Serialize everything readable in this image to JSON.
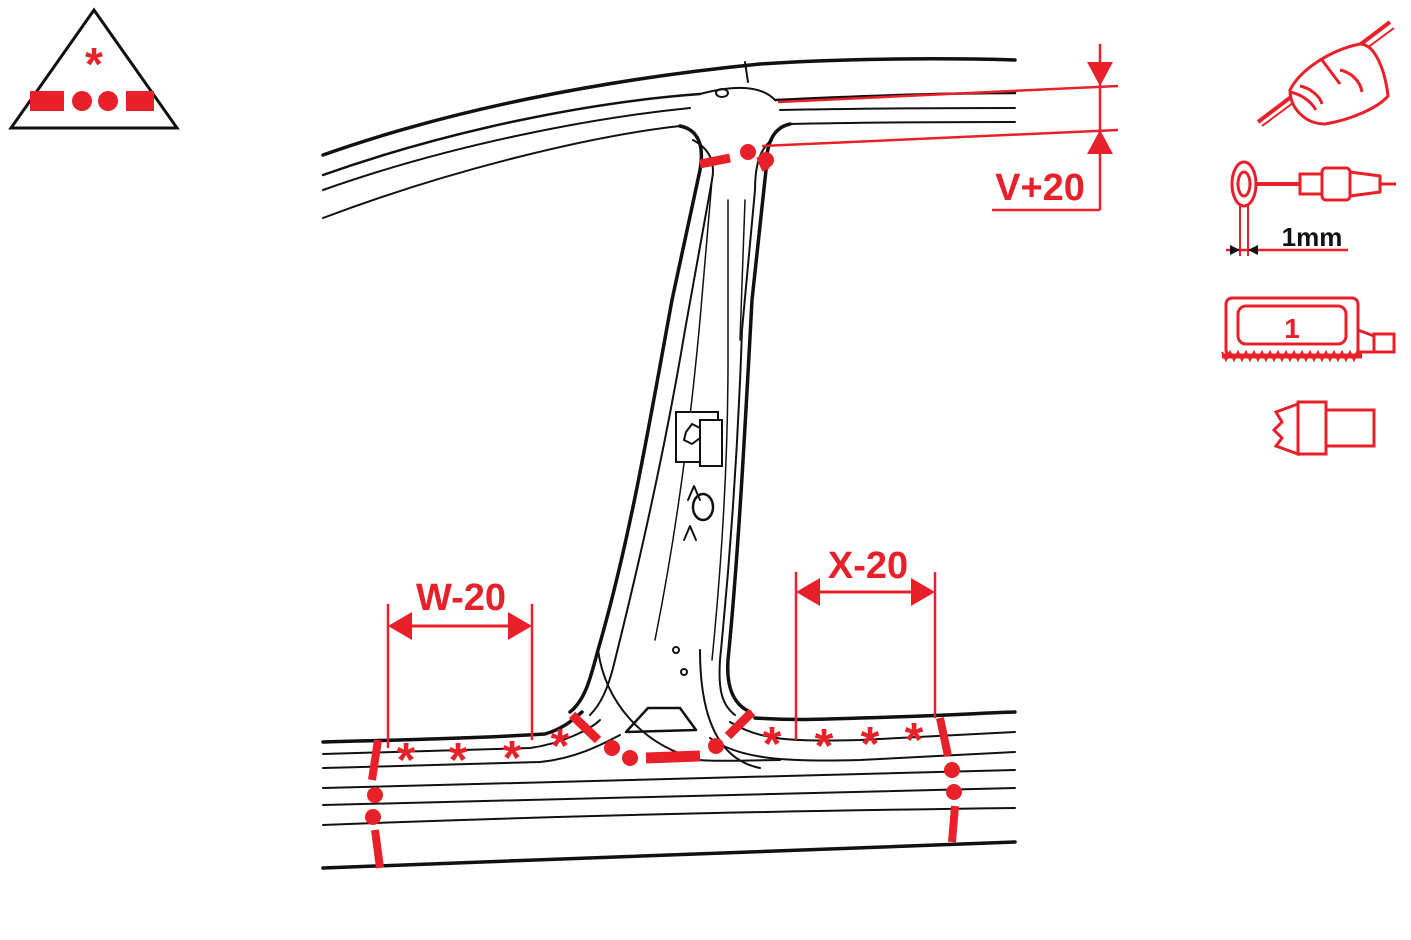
{
  "colors": {
    "accent": "#e8202a",
    "line": "#111111",
    "background": "#ffffff"
  },
  "dimensions": {
    "top_right": "V+20",
    "bottom_left": "W-20",
    "bottom_right": "X-20"
  },
  "tools": {
    "wire_brush_width": "1mm",
    "saw_blade_number": "1"
  },
  "legend": {
    "asterisk_symbol": "*"
  },
  "icons": [
    "weld-legend-triangle-icon",
    "hand-marker-icon",
    "wire-brush-grinder-icon",
    "air-saw-icon",
    "spot-weld-drill-icon"
  ]
}
